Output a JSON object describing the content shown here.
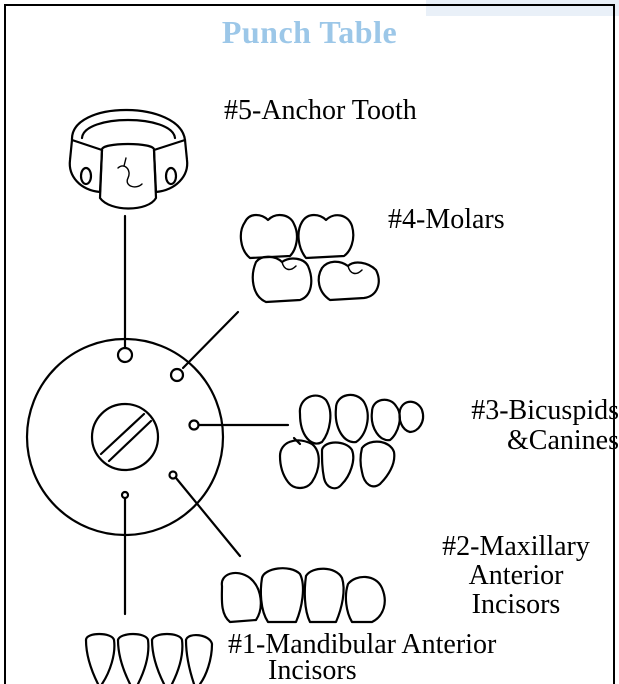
{
  "title": "Punch Table",
  "labels": {
    "anchor": "#5-Anchor Tooth",
    "molars": "#4-Molars",
    "bicuspids_line1": "#3-Bicuspids",
    "bicuspids_line2": "&Canines",
    "maxillary_line1": "#2-Maxillary",
    "maxillary_line2": "Anterior",
    "maxillary_line3": "Incisors",
    "mandibular_line1": "#1-Mandibular Anterior",
    "mandibular_line2": "Incisors"
  },
  "colors": {
    "title": "#9cc7e8",
    "ink": "#000000",
    "corner_tab": "#e9f0f8"
  }
}
